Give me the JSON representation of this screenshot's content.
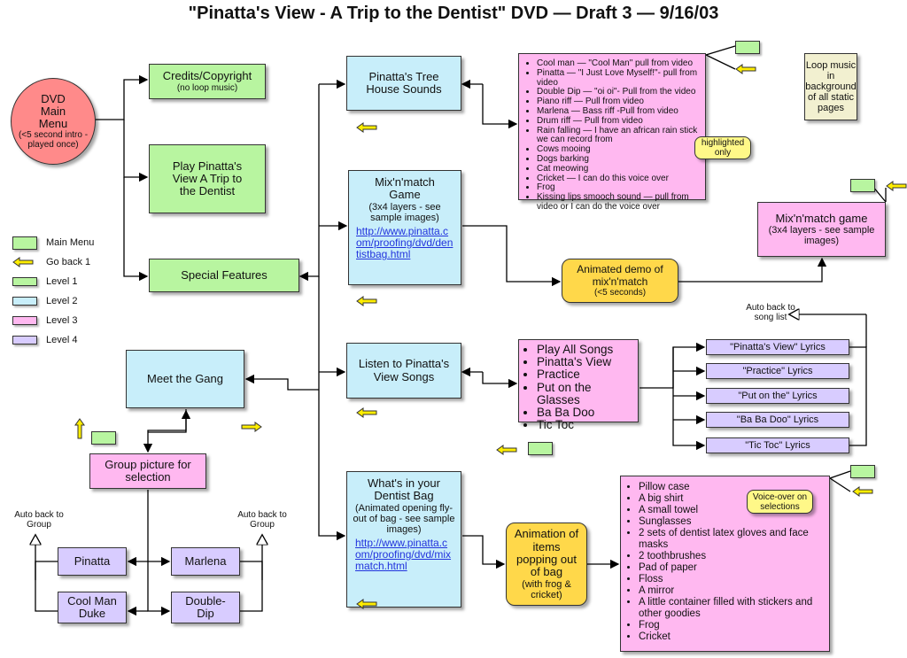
{
  "title": "\"Pinatta's View - A Trip to the Dentist\" DVD  —  Draft 3 — 9/16/03",
  "main_menu": {
    "title": "DVD Main Menu",
    "note": "(<5 second intro - played once)"
  },
  "credits": {
    "title": "Credits/Copyright",
    "note": "(no loop music)"
  },
  "play": {
    "title": "Play Pinatta's View A Trip to the Dentist"
  },
  "special": {
    "title": "Special Features"
  },
  "legend": [
    {
      "label": "Main Menu",
      "color": "#b8f5a0"
    },
    {
      "label": "Go back 1",
      "color": "#ffee00"
    },
    {
      "label": "Level 1",
      "color": "#b8f5a0"
    },
    {
      "label": "Level 2",
      "color": "#c8eefa"
    },
    {
      "label": "Level 3",
      "color": "#ffb8f0"
    },
    {
      "label": "Level 4",
      "color": "#d8ccff"
    }
  ],
  "gang": {
    "title": "Meet the Gang",
    "group": "Group picture for selection",
    "auto_back_left": "Auto back to Group",
    "auto_back_right": "Auto back to Group",
    "members": [
      "Pinatta",
      "Marlena",
      "Cool Man Duke",
      "Double-Dip"
    ]
  },
  "tree_house": {
    "title": "Pinatta's Tree House Sounds"
  },
  "sounds": [
    "Cool man — \"Cool Man\" pull from video",
    "Pinatta — \"I Just Love Myself!\"- pull from video",
    "Double Dip — \"oi oi\"- Pull from the video",
    "Piano riff — Pull from video",
    "Marlena — Bass riff -Pull from video",
    "Drum riff — Pull from video",
    "Rain falling — I have an african rain stick we can record from",
    "Cows mooing",
    "Dogs barking",
    "Cat meowing",
    "Cricket — I can do this voice over",
    "Frog",
    "Kissing lips smooch sound — pull from video or I can do the voice over"
  ],
  "highlighted_note": "highlighted only",
  "loop_note": "Loop music in background of all static pages",
  "mixmatch": {
    "title": "Mix'n'match Game",
    "note": "(3x4 layers - see sample images)",
    "link": "http://www.pinatta.com/proofing/dvd/dentistbag.html"
  },
  "animated_demo": {
    "title": "Animated demo of mix'n'match",
    "note": "(<5 seconds)"
  },
  "mixmatch_l3": {
    "title": "Mix'n'match game",
    "note": "(3x4 layers - see sample images)"
  },
  "listen": {
    "title": "Listen to Pinatta's View Songs"
  },
  "songs": [
    "Play All Songs",
    "Pinatta's View",
    "Practice",
    "Put on the Glasses",
    "Ba Ba Doo",
    "Tic Toc"
  ],
  "auto_back_songs": "Auto back to song list",
  "lyrics": [
    "\"Pinatta's View\" Lyrics",
    "\"Practice\" Lyrics",
    "\"Put on the\" Lyrics",
    "\"Ba Ba Doo\" Lyrics",
    "\"Tic Toc\" Lyrics"
  ],
  "bag": {
    "title": "What's in your Dentist Bag",
    "note": "(Animated opening fly-out of bag - see sample images)",
    "link": "http://www.pinatta.com/proofing/dvd/mixmatch.html"
  },
  "animation": {
    "title": "Animation of items popping out of bag",
    "note": "(with frog & cricket)"
  },
  "items": [
    "Pillow case",
    "A big shirt",
    "A small towel",
    "Sunglasses",
    "2 sets of dentist latex gloves and face masks",
    "2 toothbrushes",
    "Pad of paper",
    "Floss",
    "A mirror",
    "A little container filled with stickers and other goodies",
    "Frog",
    "Cricket"
  ],
  "voice_note": "Voice-over on selections"
}
